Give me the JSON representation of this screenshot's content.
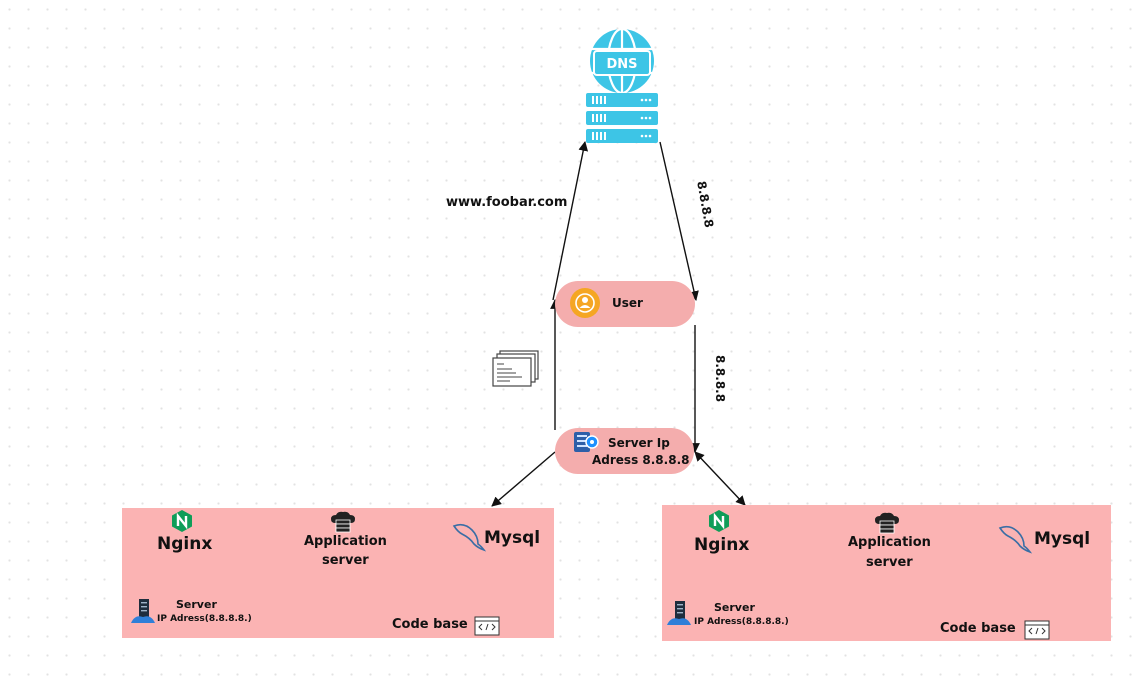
{
  "dns": {
    "label": "DNS"
  },
  "request": {
    "domain": "www.foobar.com",
    "ip_reply_1": "8.8.8.8",
    "ip_reply_2": "8.8.8.8"
  },
  "user": {
    "label": "User"
  },
  "server_ip": {
    "line1": "Server Ip",
    "line2": "Adress 8.8.8.8"
  },
  "servers": [
    {
      "nginx": "Nginx",
      "app_line1": "Application",
      "app_line2": "server",
      "mysql": "Mysql",
      "codebase": "Code base",
      "server_label": "Server",
      "ip_label": "IP Adress(8.8.8.8.)"
    },
    {
      "nginx": "Nginx",
      "app_line1": "Application",
      "app_line2": "server",
      "mysql": "Mysql",
      "codebase": "Code base",
      "server_label": "Server",
      "ip_label": "IP Adress(8.8.8.8.)"
    }
  ],
  "colors": {
    "pill": "#f4adad",
    "panel": "#fbb3b3",
    "dns": "#3dc5e6",
    "nginx": "#0f9d58",
    "user_icon": "#f5a623"
  }
}
